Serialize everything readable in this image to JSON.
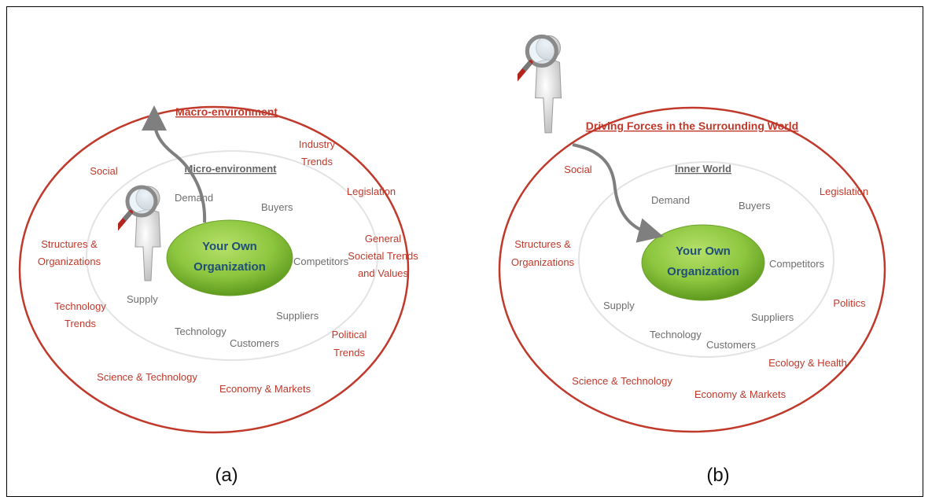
{
  "panel_a": {
    "title": "Macro-environment",
    "inner_title": "Micro-environment",
    "center": [
      "Your Own",
      "Organization"
    ],
    "inner": {
      "demand": "Demand",
      "buyers": "Buyers",
      "competitors": "Competitors",
      "suppliers": "Suppliers",
      "customers": "Customers",
      "technology": "Technology",
      "supply": "Supply"
    },
    "outer": {
      "social": "Social",
      "industry": [
        "Industry",
        "Trends"
      ],
      "legislation": "Legislation",
      "general": [
        "General",
        "Societal Trends",
        "and Values"
      ],
      "political": [
        "Political",
        "Trends"
      ],
      "economy": "Economy & Markets",
      "science": "Science & Technology",
      "tech_trends": [
        "Technology",
        "Trends"
      ],
      "structures": [
        "Structures &",
        "Organizations"
      ]
    },
    "caption": "(a)"
  },
  "panel_b": {
    "title": "Driving Forces in the Surrounding World",
    "inner_title": "Inner World",
    "center": [
      "Your Own",
      "Organization"
    ],
    "inner": {
      "demand": "Demand",
      "buyers": "Buyers",
      "competitors": "Competitors",
      "suppliers": "Suppliers",
      "customers": "Customers",
      "technology": "Technology",
      "supply": "Supply"
    },
    "outer": {
      "social": "Social",
      "legislation": "Legislation",
      "politics": "Politics",
      "ecology": "Ecology & Health",
      "economy": "Economy & Markets",
      "science": "Science & Technology",
      "structures": [
        "Structures &",
        "Organizations"
      ]
    },
    "caption": "(b)"
  },
  "colors": {
    "outer_ring": "#c0392b",
    "inner_ring": "#e3e3e3",
    "center_fill": "#8dc63f",
    "center_text": "#1f4e79",
    "arrow": "#7f7f7f"
  }
}
